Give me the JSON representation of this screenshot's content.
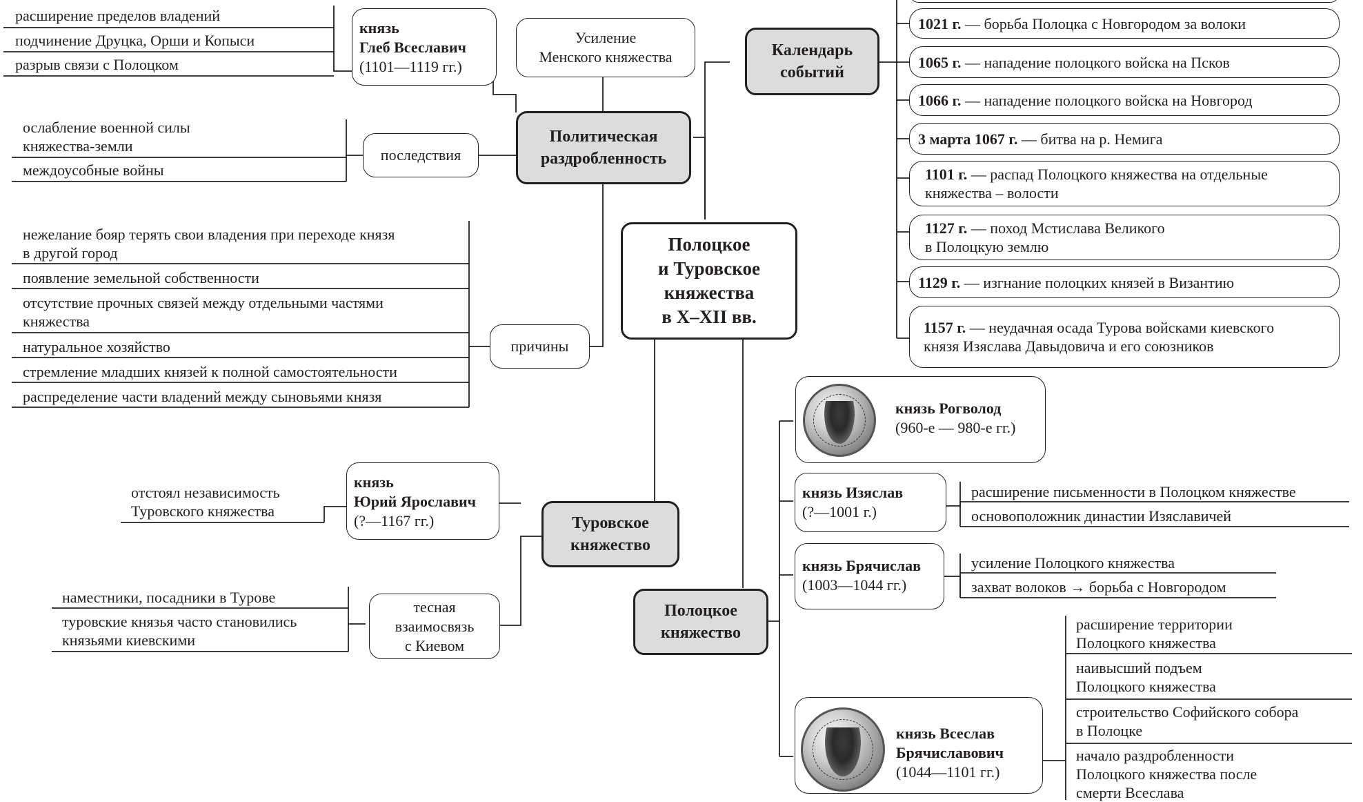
{
  "center": {
    "lines": [
      "Полоцкое",
      "и Туровское",
      "княжества",
      "в X–XII вв."
    ]
  },
  "political": {
    "title": [
      "Политическая",
      "раздробленность"
    ],
    "gleb": {
      "lines": [
        "князь",
        "Глеб Всеславич",
        "(1101—1119 гг.)"
      ],
      "items": [
        "расширение пределов владений",
        "подчинение Друцка, Орши и Копыси",
        "разрыв связи с Полоцком"
      ]
    },
    "menesk": {
      "lines": [
        "Усиление",
        "Менского княжества"
      ]
    },
    "consequences": {
      "label": "последствия",
      "items": [
        [
          "ослабление военной силы",
          "княжества-земли"
        ],
        [
          "междоусобные войны"
        ]
      ]
    },
    "causes": {
      "label": "причины",
      "items": [
        [
          "нежелание бояр терять свои владения при переходе князя",
          "в другой город"
        ],
        [
          "появление земельной собственности"
        ],
        [
          "отсутствие прочных связей между отдельными частями",
          "княжества"
        ],
        [
          "натуральное хозяйство"
        ],
        [
          "стремление младших князей к полной самостоятельности"
        ],
        [
          "распределение части владений между сыновьями князя"
        ]
      ]
    }
  },
  "calendar": {
    "title": [
      "Календарь",
      "событий"
    ],
    "events": [
      {
        "year": "1021 г.",
        "text": [
          "— борьба Полоцка с Новгородом за волоки"
        ]
      },
      {
        "year": "1065 г.",
        "text": [
          "— нападение полоцкого войска на Псков"
        ]
      },
      {
        "year": "1066 г.",
        "text": [
          "— нападение полоцкого войска на Новгород"
        ]
      },
      {
        "year": "3 марта 1067 г.",
        "text": [
          "— битва на р. Немига"
        ]
      },
      {
        "year": "1101 г.",
        "text": [
          "— распад Полоцкого княжества на отдельные",
          "княжества – волости"
        ]
      },
      {
        "year": "1127 г.",
        "text": [
          "— поход Мстислава Великого",
          "в Полоцкую землю"
        ]
      },
      {
        "year": "1129 г.",
        "text": [
          "— изгнание полоцких князей в Византию"
        ]
      },
      {
        "year": "1157 г.",
        "text": [
          "— неудачная осада Турова войсками киевского",
          "князя Изяслава Давыдовича и его союзников"
        ]
      }
    ]
  },
  "turov": {
    "title": [
      "Туровское",
      "княжество"
    ],
    "yuri": {
      "lines": [
        "князь",
        "Юрий Ярославич",
        "(?—1167 гг.)"
      ],
      "note": [
        "отстоял независимость",
        "Туровского княжества"
      ]
    },
    "kiev": {
      "label": [
        "тесная",
        "взаимосвязь",
        "с Киевом"
      ],
      "items": [
        [
          "наместники, посадники в Турове"
        ],
        [
          "туровские князья часто становились",
          "князьями киевскими"
        ]
      ]
    }
  },
  "polotsk": {
    "title": [
      "Полоцкое",
      "княжество"
    ],
    "rogvolod": {
      "name": "князь Рогволод",
      "dates": "(960-е — 980-е гг.)"
    },
    "izyaslav": {
      "name": "князь Изяслав",
      "dates": "(?—1001 г.)",
      "items": [
        "расширение письменности в Полоцком княжестве",
        "основоположник династии Изяславичей"
      ]
    },
    "bryachislav": {
      "name": "князь Брячислав",
      "dates": "(1003—1044 гг.)",
      "items": [
        "усиление Полоцкого княжества",
        "захват волоков → борьба с Новгородом"
      ]
    },
    "vseslav": {
      "name": [
        "князь Всеслав",
        "Брячиславович"
      ],
      "dates": "(1044—1101 гг.)",
      "items": [
        [
          "расширение территории",
          "Полоцкого княжества"
        ],
        [
          "наивысший подъем",
          "Полоцкого княжества"
        ],
        [
          "строительство Софийского собора",
          "в Полоцке"
        ],
        [
          "начало раздробленности",
          "Полоцкого княжества после",
          "смерти Всеслава"
        ]
      ]
    }
  }
}
